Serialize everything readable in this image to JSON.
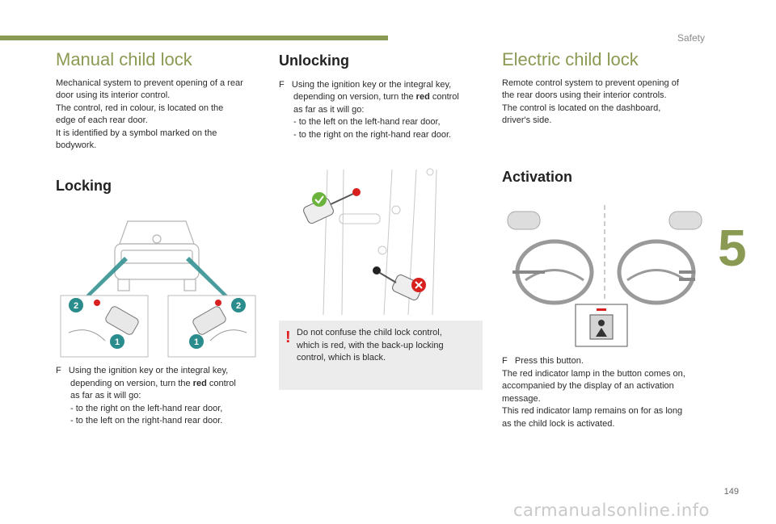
{
  "header": {
    "section": "Safety",
    "chapter": "5",
    "page": "149"
  },
  "watermark": "carmanualsonline.info",
  "manual": {
    "title": "Manual child lock",
    "intro": [
      "Mechanical system to prevent opening of a rear",
      "door using its interior control.",
      "The control, red in colour, is located on the",
      "edge of each rear door.",
      "It is identified by a symbol marked on the",
      "bodywork."
    ]
  },
  "locking": {
    "title": "Locking",
    "step_line1": "Using the ignition key or the integral key,",
    "step_line2_pre": "depending on version, turn the ",
    "step_red": "red",
    "step_line2_post": " control",
    "step_line3": "as far as it will go:",
    "item1": "-  to the right on the left-hand rear door,",
    "item2": "-  to the left on the right-hand rear door.",
    "callout_a": "2",
    "callout_b": "1"
  },
  "unlocking": {
    "title": "Unlocking",
    "step_line1": "Using the ignition key or the integral key,",
    "step_line2_pre": "depending on version, turn the ",
    "step_red": "red",
    "step_line2_post": " control",
    "step_line3": "as far as it will go:",
    "item1": "-  to the left on the left-hand rear door,",
    "item2": "-  to the right on the right-hand rear door.",
    "warning_mark": "!",
    "warning_line1": "Do not confuse the child lock control,",
    "warning_line2": "which is red, with the back-up locking",
    "warning_line3": "control, which is black."
  },
  "electric": {
    "title": "Electric child lock",
    "intro": [
      "Remote control system to prevent opening of",
      "the rear doors using their interior controls.",
      "The control is located on the dashboard,",
      "driver's side."
    ]
  },
  "activation": {
    "title": "Activation",
    "step": "Press this button.",
    "body": [
      "The red indicator lamp in the button comes on,",
      "accompanied by the display of an activation",
      "message.",
      "This red indicator lamp remains on for as long",
      "as the child lock is activated."
    ]
  },
  "bullet_glyph": "F",
  "colors": {
    "accent": "#8a9a52",
    "teal": "#2a8c8c",
    "red": "#d8201e",
    "warning_bg": "#ececec"
  }
}
